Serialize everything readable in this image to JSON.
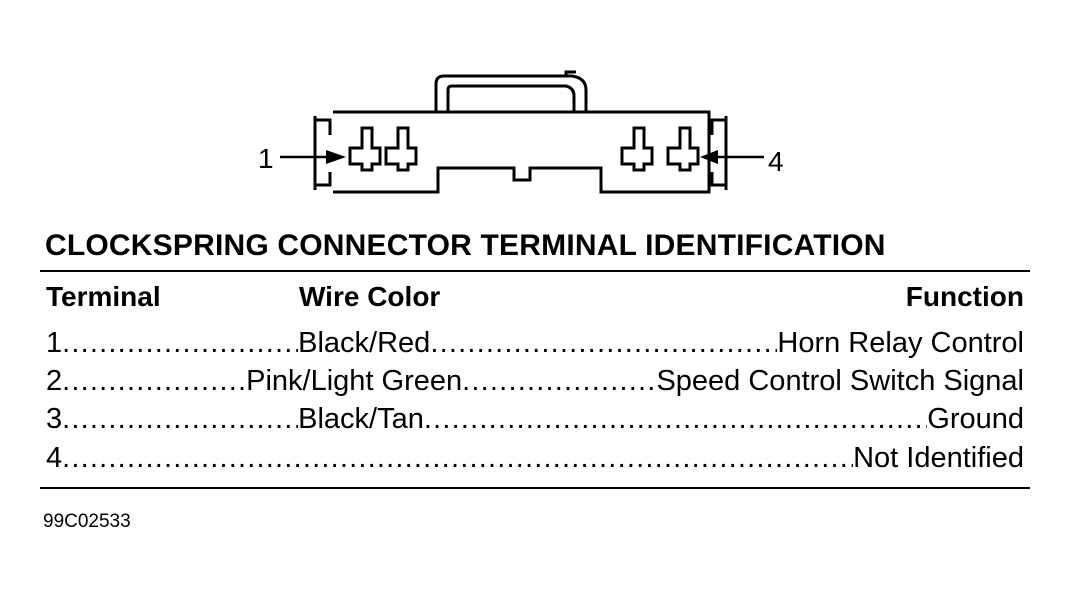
{
  "diagram": {
    "callout_left": "1",
    "callout_right": "4"
  },
  "title": "CLOCKSPRING CONNECTOR TERMINAL IDENTIFICATION",
  "columns": {
    "terminal": "Terminal",
    "wire_color": "Wire Color",
    "function": "Function"
  },
  "rows": [
    {
      "terminal": "1",
      "wire_color": "Black/Red",
      "function": "Horn Relay Control"
    },
    {
      "terminal": "2",
      "wire_color": "Pink/Light Green",
      "function": "Speed Control Switch Signal"
    },
    {
      "terminal": "3",
      "wire_color": "Black/Tan",
      "function": "Ground"
    },
    {
      "terminal": "4",
      "wire_color": "",
      "function": "Not Identified"
    }
  ],
  "figure_id": "99C02533"
}
